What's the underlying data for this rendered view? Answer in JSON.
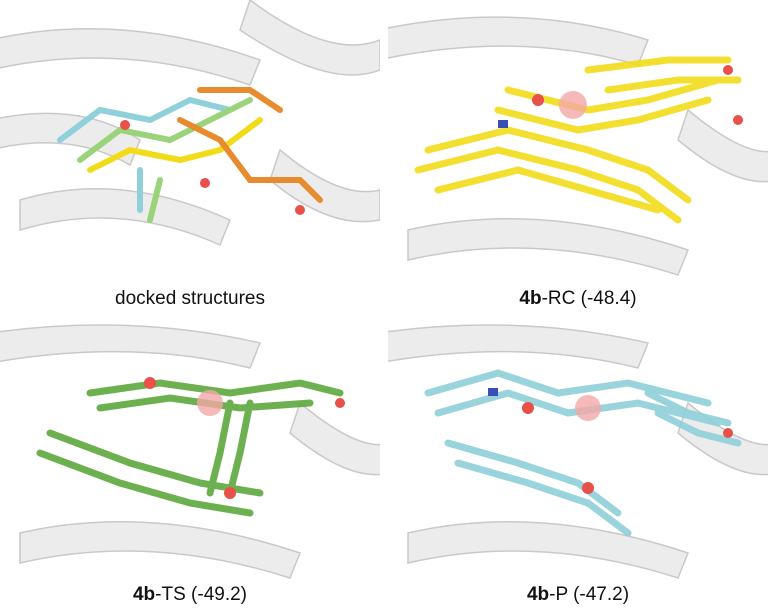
{
  "panels": [
    {
      "id": "docked",
      "caption_bold": "",
      "caption_text": "docked structures"
    },
    {
      "id": "rc",
      "caption_bold": "4b",
      "caption_text": "-RC (-48.4)"
    },
    {
      "id": "ts",
      "caption_bold": "4b",
      "caption_text": "-TS (-49.2)"
    },
    {
      "id": "p",
      "caption_bold": "4b",
      "caption_text": "-P (-47.2)"
    }
  ],
  "colors": {
    "protein": "#ececec",
    "protein_edge": "#c9c9c9",
    "rc": "#f2dc1a",
    "ts": "#5ea83e",
    "p": "#8fd0da",
    "oxygen": "#e8504a",
    "nitrogen": "#3a4fb5",
    "orange": "#e88a2e"
  }
}
